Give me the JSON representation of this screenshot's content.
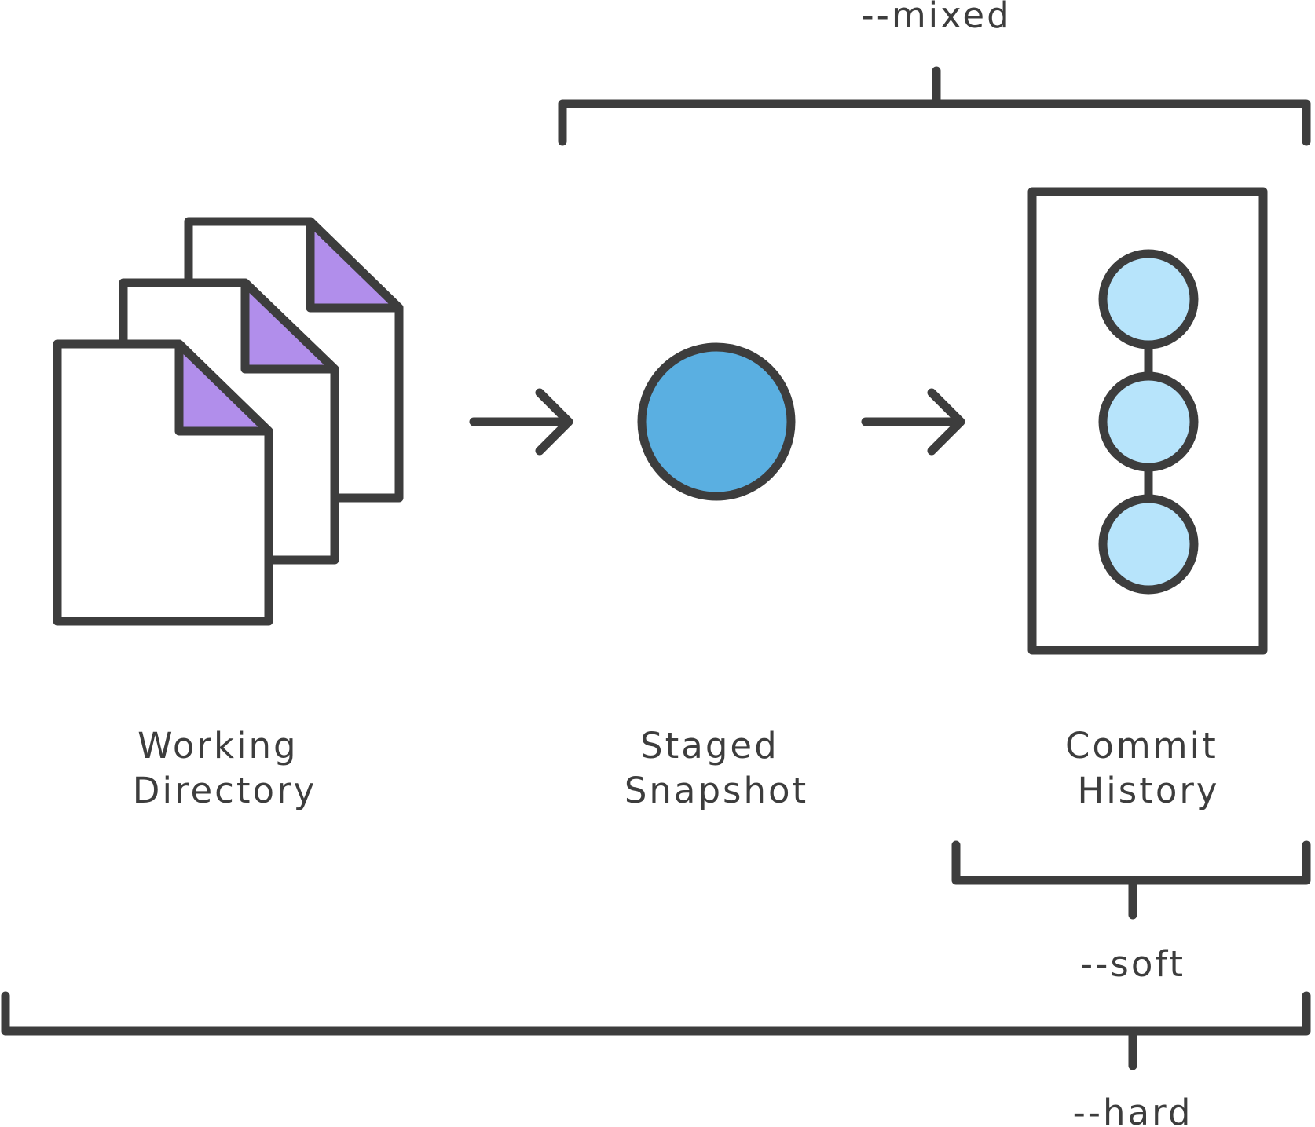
{
  "colors": {
    "stroke": "#3d3d3d",
    "file_corner": "#b18eeb",
    "staged_circle": "#5aafe1",
    "commit_circle": "#b7e4fb",
    "background": "#ffffff"
  },
  "reset_modes": {
    "mixed": "--mixed",
    "soft": "--soft",
    "hard": "--hard"
  },
  "stages": {
    "working_directory": {
      "line1": "Working",
      "line2": "Directory",
      "icon": "stacked-files-icon"
    },
    "staged_snapshot": {
      "line1": "Staged",
      "line2": "Snapshot",
      "icon": "snapshot-circle-icon"
    },
    "commit_history": {
      "line1": "Commit",
      "line2": "History",
      "icon": "commit-chain-icon"
    }
  }
}
